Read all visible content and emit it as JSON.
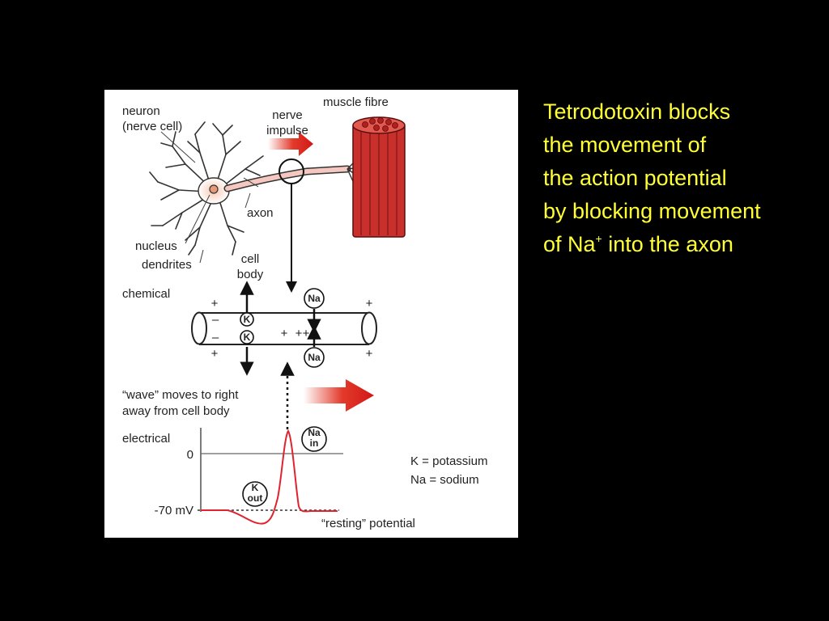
{
  "colors": {
    "background": "#000000",
    "caption_text": "#ffff33",
    "figure_background": "#ffffff",
    "accent_red": "#d42020",
    "label_text": "#222222"
  },
  "caption": {
    "lines": [
      "Tetrodotoxin blocks",
      "the movement of",
      "the action potential",
      "by blocking movement"
    ],
    "last_line_prefix": "of Na",
    "last_line_superscript": "+",
    "last_line_suffix": " into the axon"
  },
  "figure": {
    "labels": {
      "neuron_line1": "neuron",
      "neuron_line2": "(nerve cell)",
      "nerve_line1": "nerve",
      "nerve_line2": "impulse",
      "muscle_fibre": "muscle fibre",
      "axon": "axon",
      "nucleus": "nucleus",
      "dendrites": "dendrites",
      "cell_line1": "cell",
      "cell_line2": "body",
      "chemical": "chemical",
      "wave_line1": "“wave” moves to right",
      "wave_line2": "away from cell body",
      "electrical": "electrical",
      "zero": "0",
      "minus70": "-70 mV",
      "resting": "“resting” potential",
      "legend_k": "K = potassium",
      "legend_na": "Na = sodium"
    },
    "ions": {
      "k": "K",
      "na": "Na",
      "na_in_line1": "Na",
      "na_in_line2": "in",
      "k_out_line1": "K",
      "k_out_line2": "out"
    },
    "charges": {
      "plus": "+",
      "minus": "–"
    }
  }
}
